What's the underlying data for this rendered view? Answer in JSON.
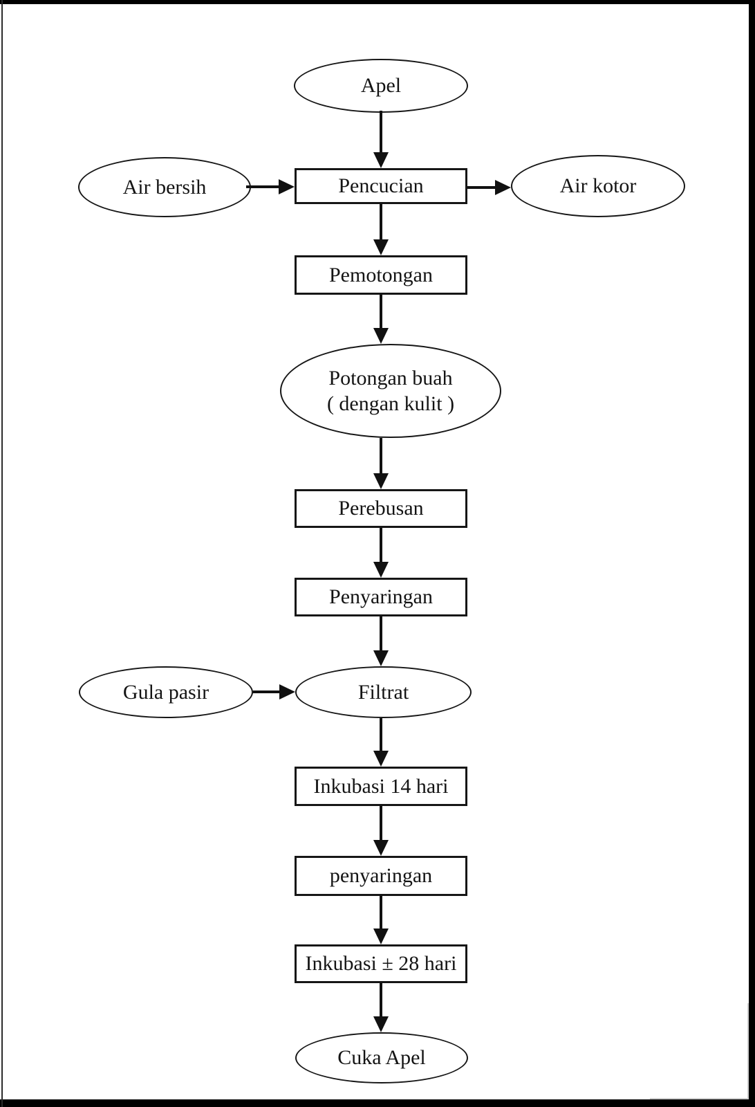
{
  "diagram": {
    "description": "Flowchart of apple cider vinegar (Cuka Apel) production process",
    "colors": {
      "stroke": "#161616",
      "arrow": "#111111",
      "page_background": "#ffffff",
      "frame": "#000000"
    },
    "nodes": [
      {
        "id": "apel",
        "shape": "ellipse",
        "label": "Apel"
      },
      {
        "id": "air-bersih",
        "shape": "ellipse",
        "label": "Air bersih"
      },
      {
        "id": "pencucian",
        "shape": "process",
        "label": "Pencucian"
      },
      {
        "id": "air-kotor",
        "shape": "ellipse",
        "label": "Air kotor"
      },
      {
        "id": "pemotongan",
        "shape": "process",
        "label": "Pemotongan"
      },
      {
        "id": "potongan-buah",
        "shape": "ellipse",
        "label_line1": "Potongan buah",
        "label_line2": "( dengan kulit )"
      },
      {
        "id": "perebusan",
        "shape": "process",
        "label": "Perebusan"
      },
      {
        "id": "penyaringan-1",
        "shape": "process",
        "label": "Penyaringan"
      },
      {
        "id": "gula-pasir",
        "shape": "ellipse",
        "label": "Gula pasir"
      },
      {
        "id": "filtrat",
        "shape": "ellipse",
        "label": "Filtrat"
      },
      {
        "id": "inkubasi-14-hari",
        "shape": "process",
        "label": "Inkubasi 14 hari"
      },
      {
        "id": "penyaringan-2",
        "shape": "process",
        "label": "penyaringan"
      },
      {
        "id": "inkubasi-28-hari",
        "shape": "process",
        "label": "Inkubasi ± 28 hari"
      },
      {
        "id": "cuka-apel",
        "shape": "ellipse",
        "label": "Cuka Apel"
      }
    ],
    "edges": [
      {
        "from": "apel",
        "to": "pencucian"
      },
      {
        "from": "air-bersih",
        "to": "pencucian"
      },
      {
        "from": "pencucian",
        "to": "air-kotor"
      },
      {
        "from": "pencucian",
        "to": "pemotongan"
      },
      {
        "from": "pemotongan",
        "to": "potongan-buah"
      },
      {
        "from": "potongan-buah",
        "to": "perebusan"
      },
      {
        "from": "perebusan",
        "to": "penyaringan-1"
      },
      {
        "from": "penyaringan-1",
        "to": "filtrat"
      },
      {
        "from": "gula-pasir",
        "to": "filtrat"
      },
      {
        "from": "filtrat",
        "to": "inkubasi-14-hari"
      },
      {
        "from": "inkubasi-14-hari",
        "to": "penyaringan-2"
      },
      {
        "from": "penyaringan-2",
        "to": "inkubasi-28-hari"
      },
      {
        "from": "inkubasi-28-hari",
        "to": "cuka-apel"
      }
    ]
  }
}
